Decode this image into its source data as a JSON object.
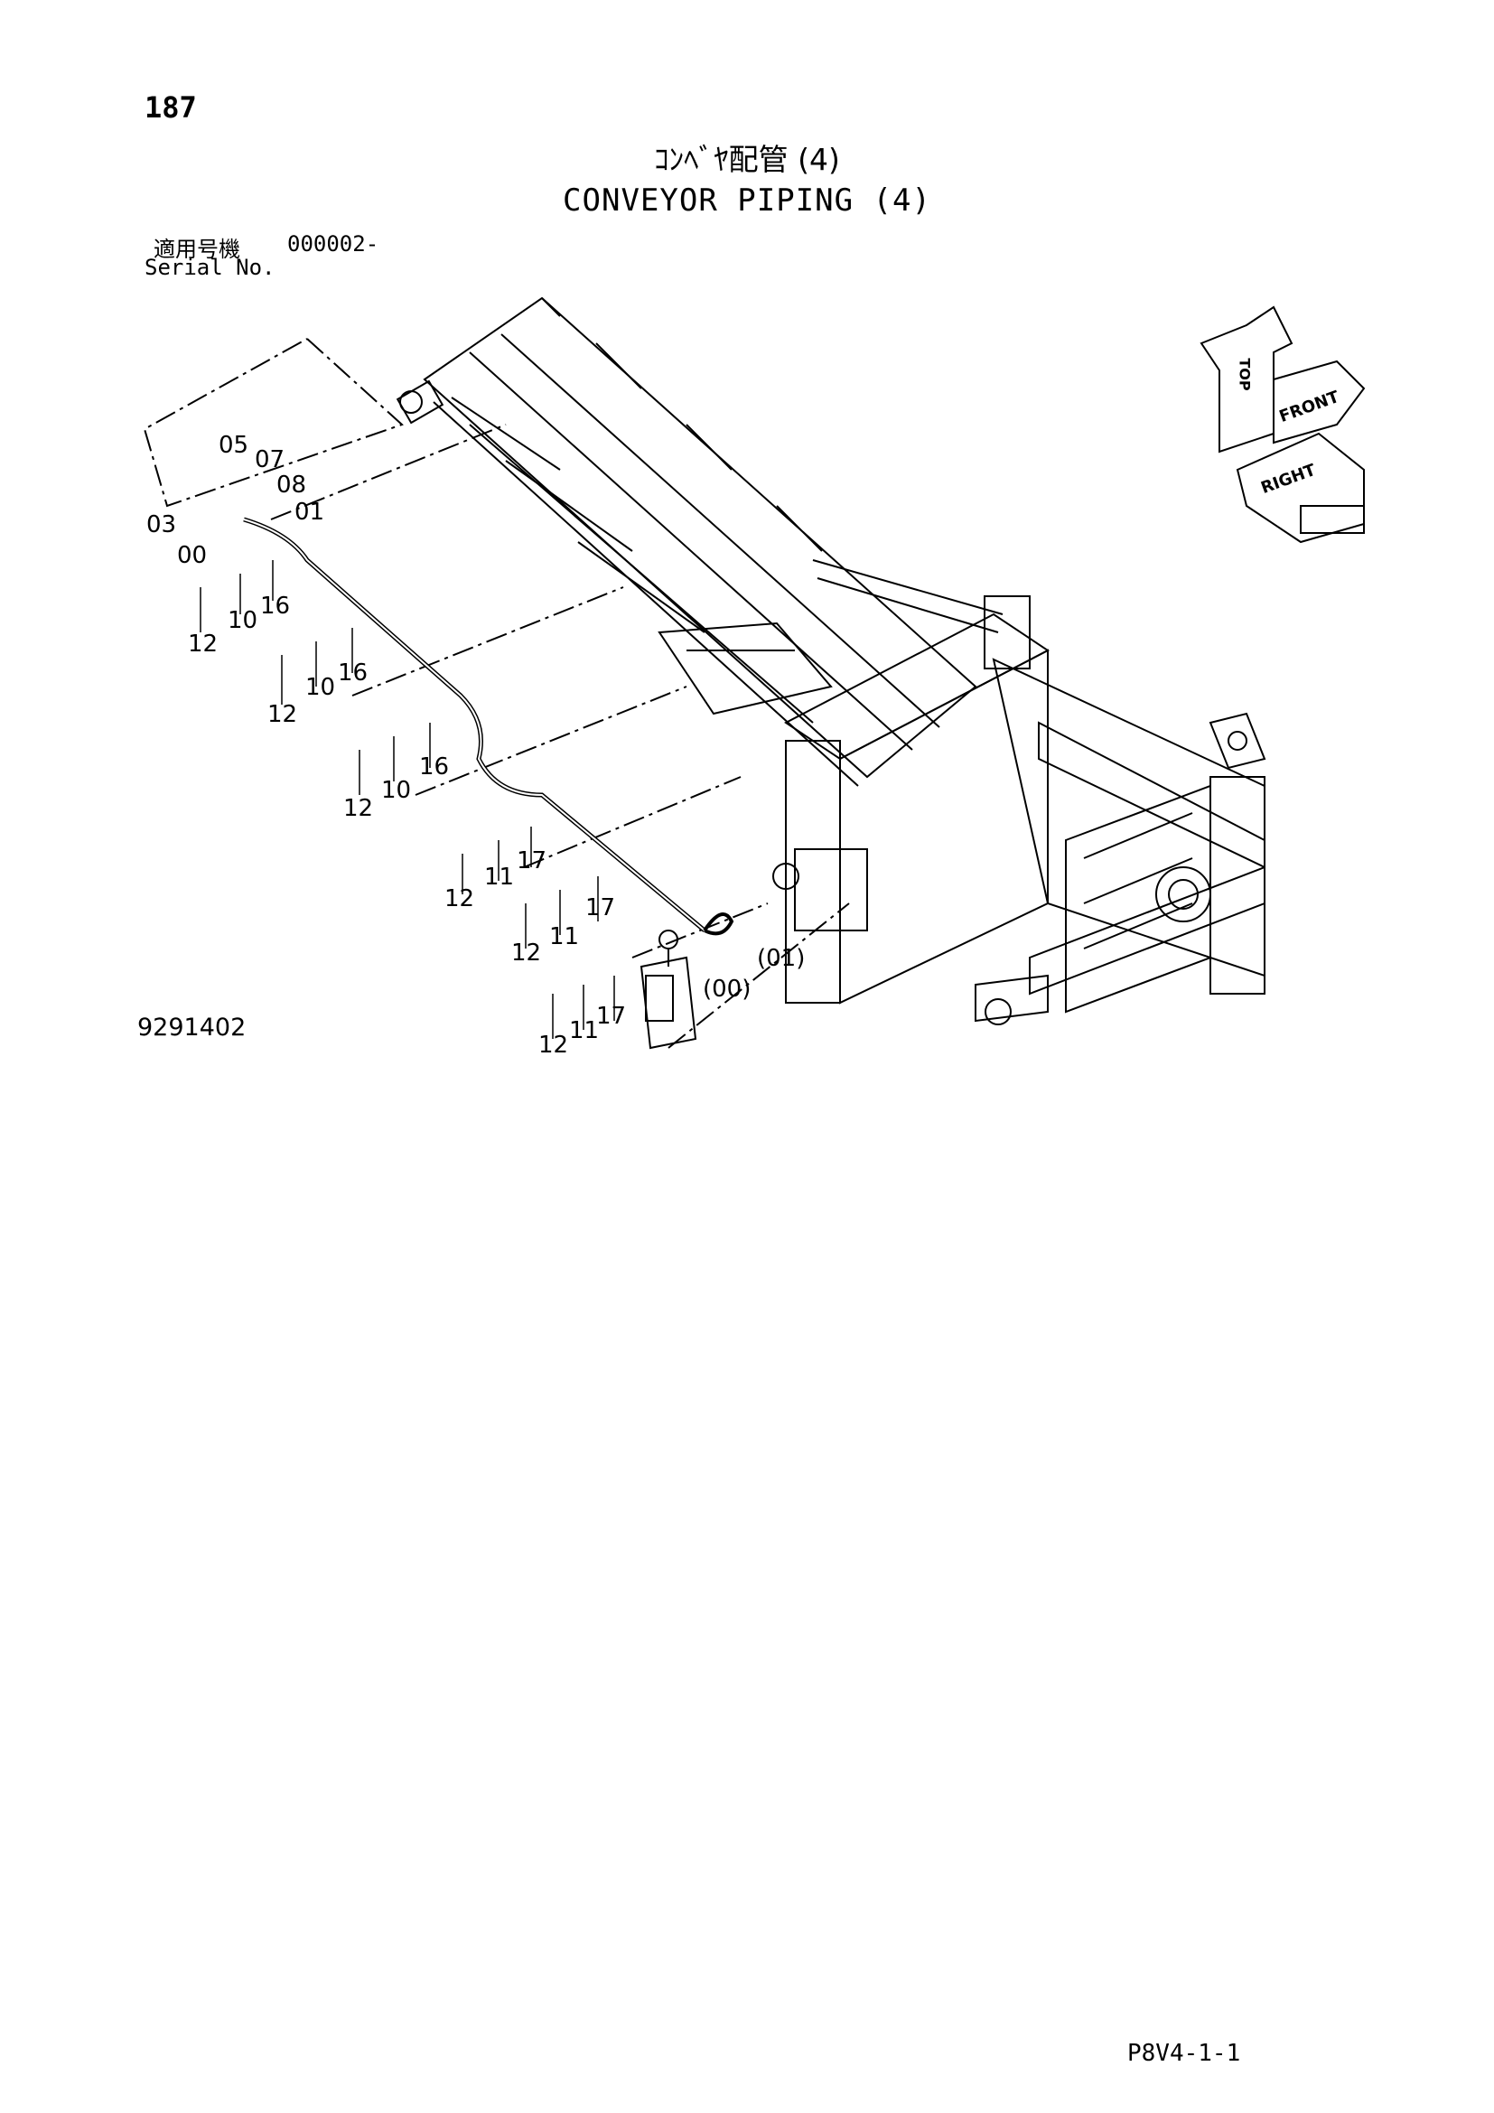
{
  "page": {
    "number": "187",
    "title_jp": "ｺﾝﾍﾞﾔ配管 (4)",
    "title_en": "CONVEYOR PIPING (4)",
    "serial_label_jp": "適用号機",
    "serial_value": "000002-",
    "serial_label_en": "Serial No.",
    "drawing_number": "9291402",
    "page_code": "P8V4-1-1"
  },
  "orientation": {
    "top": "TOP",
    "front": "FRONT",
    "right": "RIGHT"
  },
  "callouts": [
    {
      "id": "c05",
      "label": "05"
    },
    {
      "id": "c07",
      "label": "07"
    },
    {
      "id": "c08",
      "label": "08"
    },
    {
      "id": "c03",
      "label": "03"
    },
    {
      "id": "c01",
      "label": "01"
    },
    {
      "id": "c00",
      "label": "00"
    },
    {
      "id": "c12a",
      "label": "12"
    },
    {
      "id": "c10a",
      "label": "10"
    },
    {
      "id": "c16a",
      "label": "16"
    },
    {
      "id": "c12b",
      "label": "12"
    },
    {
      "id": "c10b",
      "label": "10"
    },
    {
      "id": "c16b",
      "label": "16"
    },
    {
      "id": "c12c",
      "label": "12"
    },
    {
      "id": "c10c",
      "label": "10"
    },
    {
      "id": "c16c",
      "label": "16"
    },
    {
      "id": "c12d",
      "label": "12"
    },
    {
      "id": "c11d",
      "label": "11"
    },
    {
      "id": "c17d",
      "label": "17"
    },
    {
      "id": "c12e",
      "label": "12"
    },
    {
      "id": "c11e",
      "label": "11"
    },
    {
      "id": "c17e",
      "label": "17"
    },
    {
      "id": "c12f",
      "label": "12"
    },
    {
      "id": "c11f",
      "label": "11"
    },
    {
      "id": "c17f",
      "label": "17"
    },
    {
      "id": "c01p",
      "label": "(01)"
    },
    {
      "id": "c00p",
      "label": "(00)"
    }
  ]
}
